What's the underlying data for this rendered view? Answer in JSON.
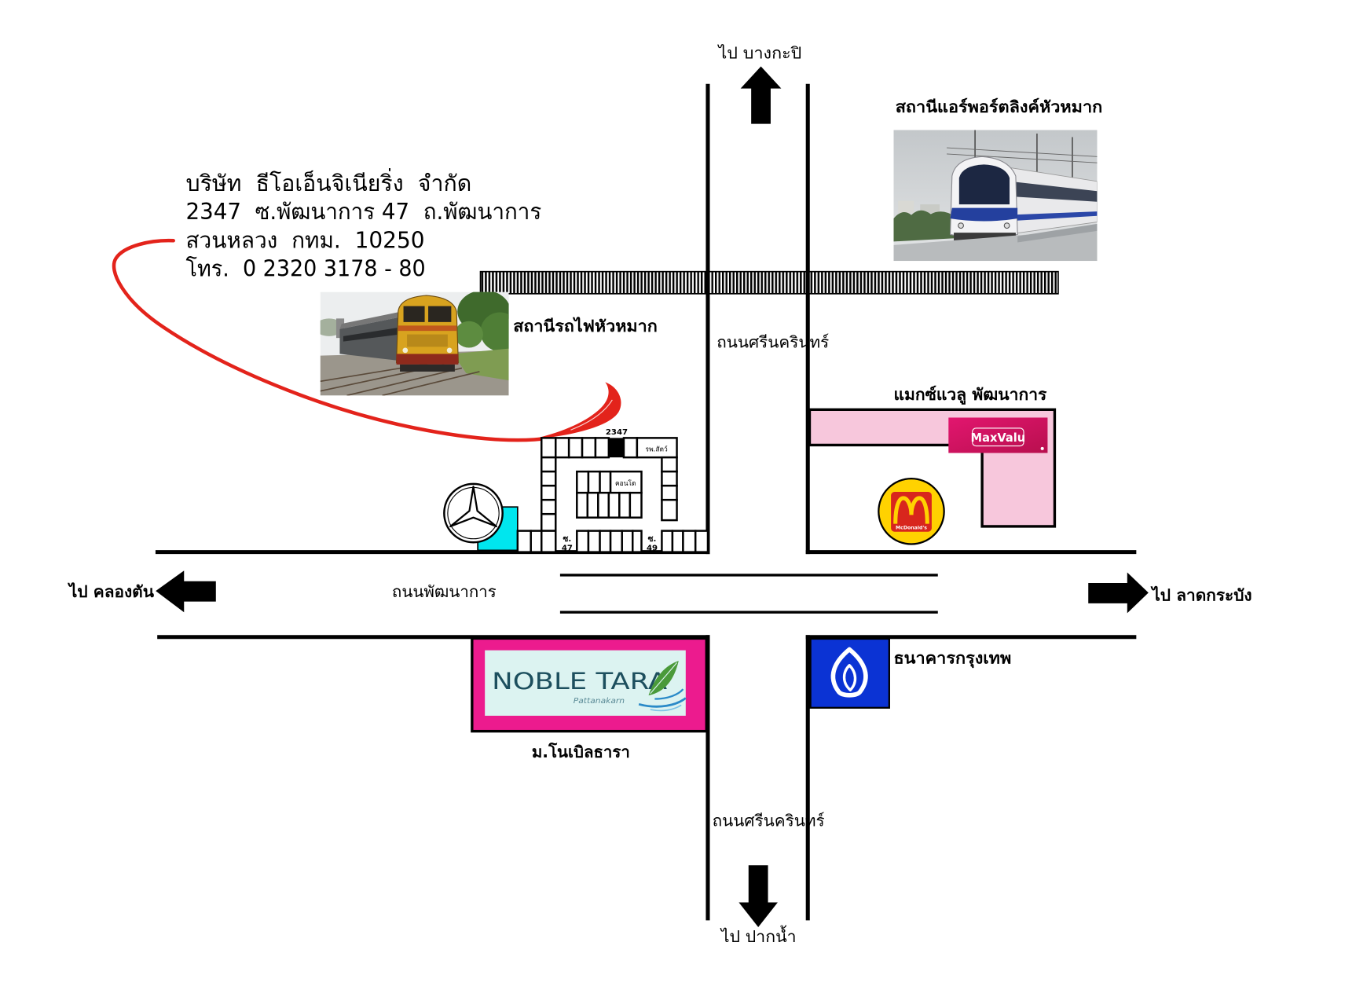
{
  "company": {
    "name": "บริษัท  ธีโอเอ็นจิเนียริ่ง  จำกัด",
    "address_line1": "2347  ซ.พัฒนาการ 47  ถ.พัฒนาการ",
    "address_line2": "สวนหลวง  กทม.  10250",
    "phone": "โทร.  0 2320 3178 - 80"
  },
  "directions": {
    "north": "ไป บางกะปิ",
    "south": "ไป ปากน้ำ",
    "west": "ไป คลองตัน",
    "east": "ไป ลาดกระบัง"
  },
  "roads": {
    "srinakarin_upper": "ถนนศรีนครินทร์",
    "srinakarin_lower": "ถนนศรีนครินทร์",
    "phatthanakan": "ถนนพัฒนาการ"
  },
  "landmarks": {
    "airport_link_station": "สถานีแอร์พอร์ตลิงค์หัวหมาก",
    "train_station": "สถานีรถไฟหัวหมาก",
    "maxvalu": "แมกซ์แวลู พัฒนาการ",
    "bangkok_bank": "ธนาคารกรุงเทพ",
    "noble_tara": "ม.โนเบิลธารา"
  },
  "site": {
    "building_number": "2347",
    "vet_hospital": "รพ.สัตว์",
    "condo": "คอนโด",
    "soi_47": {
      "prefix": "ซ.",
      "number": "47"
    },
    "soi_49": {
      "prefix": "ซ.",
      "number": "49"
    }
  },
  "logos": {
    "maxvalu": "MaxValu",
    "mcdonalds": "McDonald's",
    "noble_tara": "NOBLE TARA",
    "noble_tara_sub": "Pattanakarn"
  },
  "icons": {
    "north": "arrow-up-icon",
    "south": "arrow-down-icon",
    "west": "arrow-left-icon",
    "east": "arrow-right-icon",
    "pointer": "red-pointer-curve-icon",
    "railway": "railway-track-icon",
    "mercedes": "mercedes-benz-logo-icon",
    "mcdonalds": "mcdonalds-logo-icon",
    "maxvalu": "maxvalu-logo-icon",
    "bangkok_bank": "bangkok-bank-logo-icon",
    "noble_tara": "noble-tara-logo-icon"
  },
  "colors": {
    "road": "#000000",
    "pointer_red": "#e3231b",
    "maxvalu_pink": "#f7c7dc",
    "mercedes_cyan": "#00e6ee",
    "noble_tara_frame": "#ec1b8e",
    "noble_tara_bg": "#dcf3f1",
    "bangkok_bank_blue": "#0b33d4",
    "mcdonalds_yellow": "#ffd200",
    "mcdonalds_red": "#d8261d"
  }
}
